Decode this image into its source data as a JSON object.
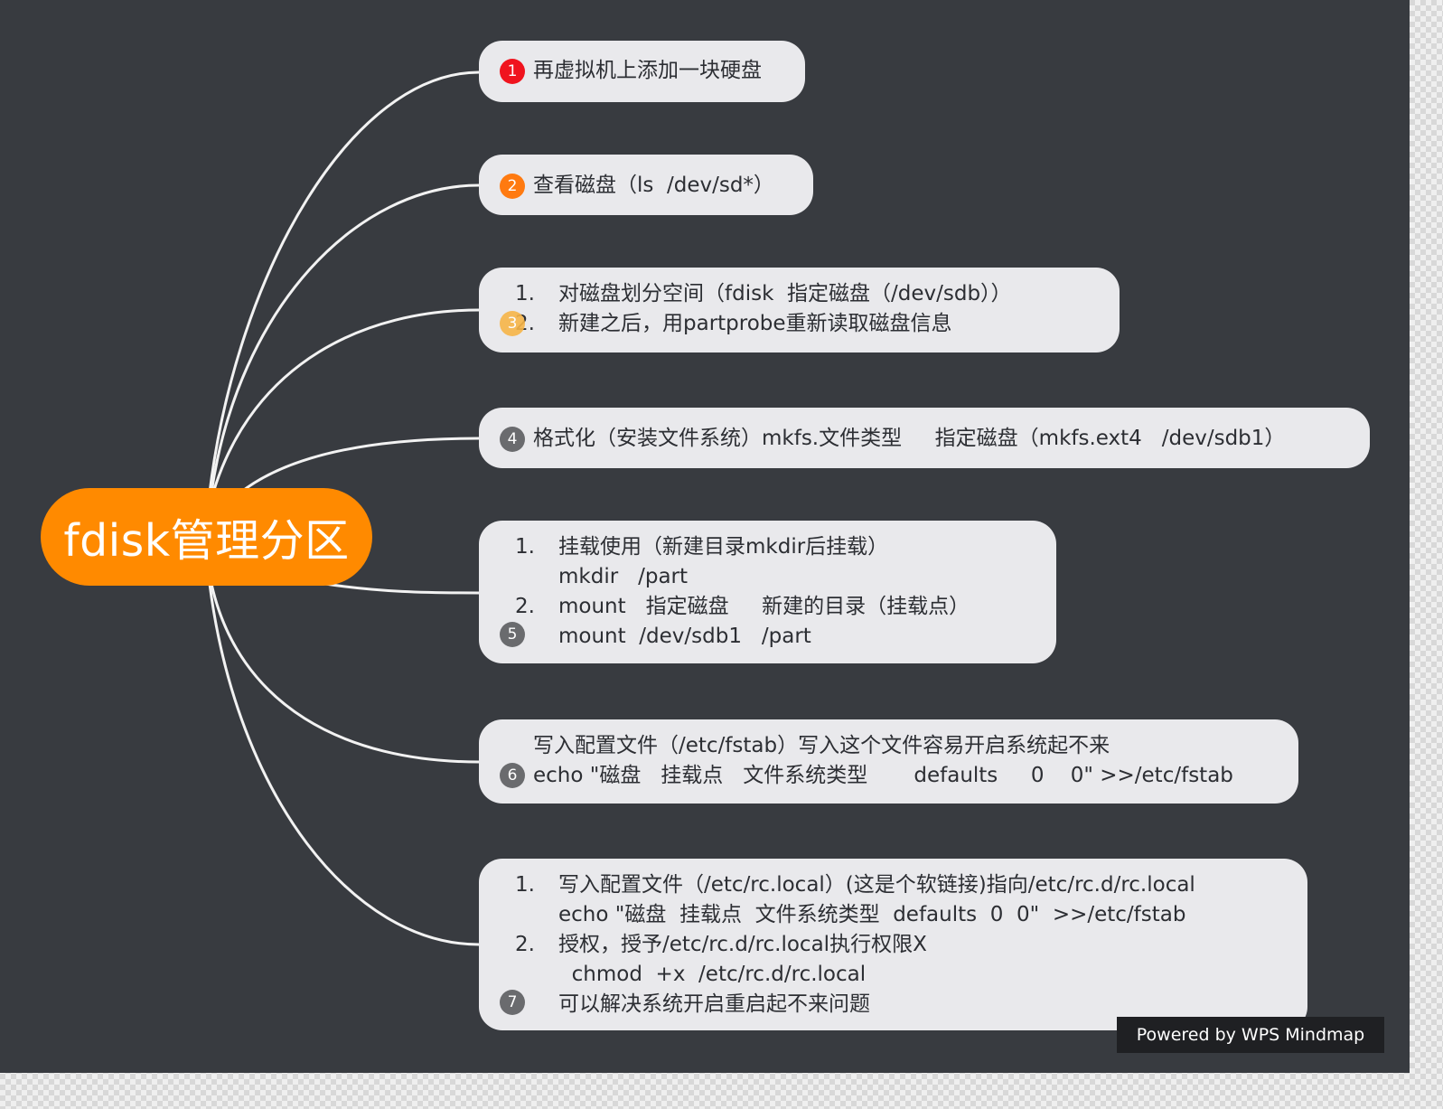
{
  "colors": {
    "canvas": "#383b40",
    "root_fill": "#ff8a00",
    "node_fill": "#e9e9ec",
    "connector": "#f2f2f2",
    "badge_1": "#f0141e",
    "badge_2": "#ff7a10",
    "badge_3": "#f7b548",
    "badge_other": "#6a6b6e"
  },
  "root": {
    "label": "fdisk管理分区"
  },
  "nodes": [
    {
      "badge": "1",
      "text": "再虚拟机上添加一块硬盘"
    },
    {
      "badge": "2",
      "text": "查看磁盘（ls  /dev/sd*）"
    },
    {
      "badge": "3",
      "items": [
        {
          "num": "1.",
          "text": "对磁盘划分空间（fdisk  指定磁盘（/dev/sdb））"
        },
        {
          "num": "2.",
          "text": "新建之后，用partprobe重新读取磁盘信息"
        }
      ]
    },
    {
      "badge": "4",
      "text": "格式化（安装文件系统）mkfs.文件类型     指定磁盘（mkfs.ext4   /dev/sdb1）"
    },
    {
      "badge": "5",
      "items": [
        {
          "num": "1.",
          "text": "挂载使用（新建目录mkdir后挂载）"
        },
        {
          "num": "",
          "text": "mkdir   /part"
        },
        {
          "num": "2.",
          "text": "mount   指定磁盘     新建的目录（挂载点）"
        },
        {
          "num": "",
          "text": "mount  /dev/sdb1   /part"
        }
      ]
    },
    {
      "badge": "6",
      "lines": [
        "写入配置文件（/etc/fstab）写入这个文件容易开启系统起不来",
        "echo \"磁盘   挂载点   文件系统类型       defaults     0    0\" >>/etc/fstab"
      ]
    },
    {
      "badge": "7",
      "items": [
        {
          "num": "1.",
          "text": "写入配置文件（/etc/rc.local）(这是个软链接)指向/etc/rc.d/rc.local"
        },
        {
          "num": "",
          "text": "echo \"磁盘  挂载点  文件系统类型  defaults  0  0\"  >>/etc/fstab"
        },
        {
          "num": "2.",
          "text": "授权，授予/etc/rc.d/rc.local执行权限X"
        },
        {
          "num": "",
          "text": "  chmod  +x  /etc/rc.d/rc.local"
        },
        {
          "num": "",
          "text": "可以解决系统开启重启起不来问题"
        }
      ]
    }
  ],
  "watermark": "Powered by WPS Mindmap"
}
